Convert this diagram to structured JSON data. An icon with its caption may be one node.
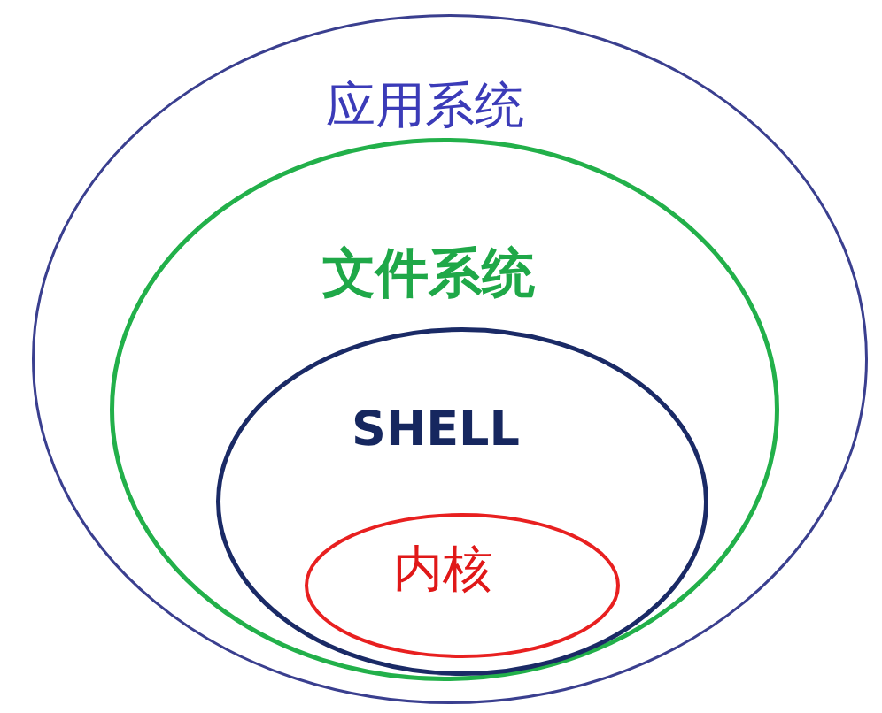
{
  "diagram": {
    "nodes": [
      {
        "text": [
          "应用系统"
        ]
      },
      {
        "text": [
          "文件系统"
        ],
        "in": 0
      },
      {
        "text": [
          "SHELL"
        ],
        "in": 1
      },
      {
        "text": [
          "内核"
        ],
        "in": 2
      }
    ]
  }
}
